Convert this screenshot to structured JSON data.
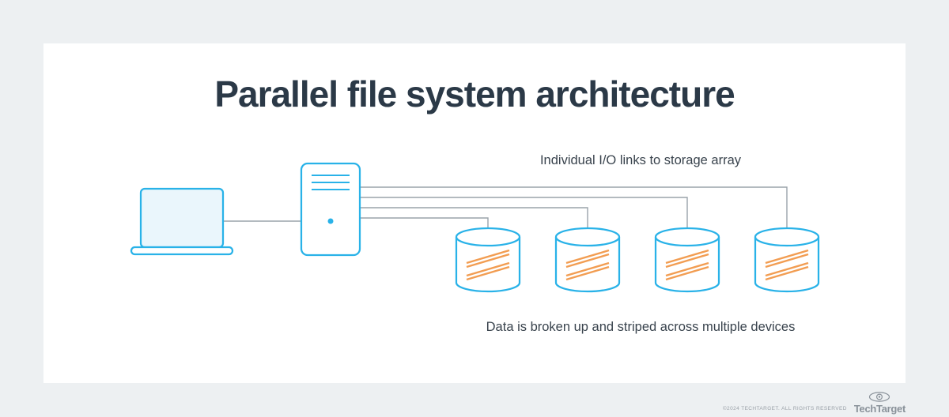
{
  "title": "Parallel file system architecture",
  "annotations": {
    "io_links": "Individual I/O links to storage array",
    "striping": "Data is broken up and striped across multiple devices"
  },
  "diagram": {
    "client_device": "laptop",
    "metadata_server": "server",
    "storage_devices_count": 4,
    "storage_device_type": "disk-cylinder"
  },
  "footer": {
    "copyright": "©2024 TECHTARGET. ALL RIGHTS RESERVED",
    "brand": "TechTarget"
  },
  "colors": {
    "device_blue": "#29b2e8",
    "stripe_orange": "#f29d52",
    "connector_gray": "#9aa3aa",
    "title_navy": "#2b3947",
    "page_bg": "#edf0f2",
    "card_bg": "#ffffff"
  }
}
